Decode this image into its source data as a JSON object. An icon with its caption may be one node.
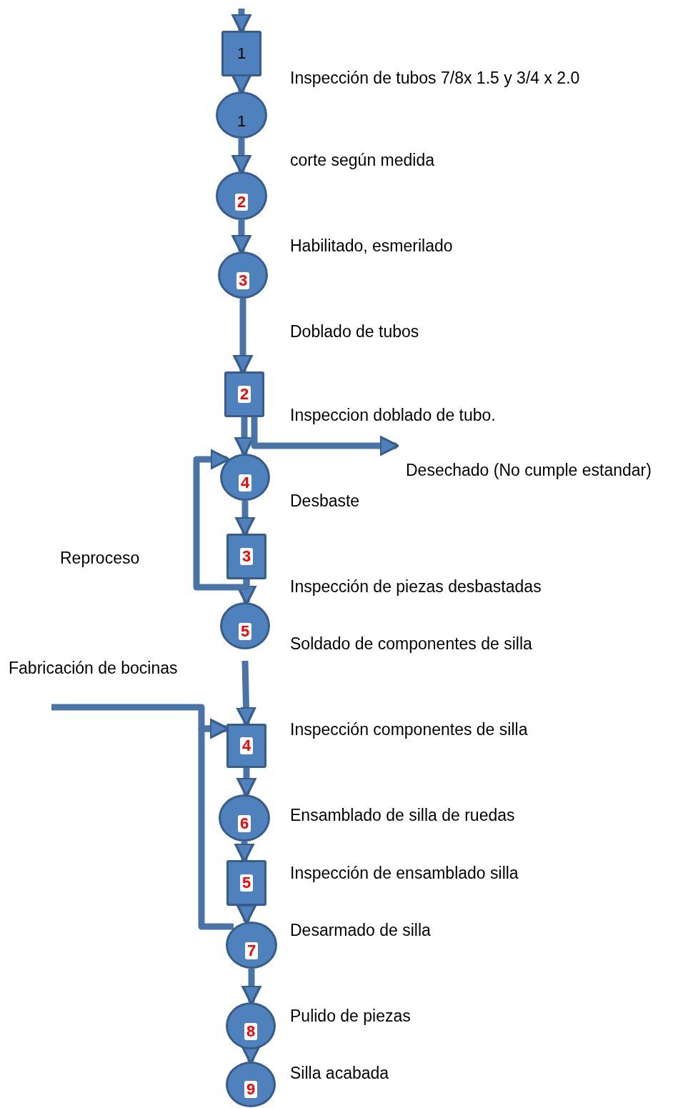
{
  "diagram": {
    "nodes": [
      {
        "text": [
          "1"
        ]
      },
      {
        "text": [
          "1"
        ]
      },
      {
        "text": [
          "2"
        ]
      },
      {
        "text": [
          "3"
        ]
      },
      {
        "text": [
          "2"
        ]
      },
      {
        "text": [
          "4"
        ]
      },
      {
        "text": [
          "3"
        ]
      },
      {
        "text": [
          "5"
        ]
      },
      {
        "text": [
          "4"
        ]
      },
      {
        "text": [
          "6"
        ]
      },
      {
        "text": [
          "5"
        ]
      },
      {
        "text": [
          "7"
        ]
      },
      {
        "text": [
          "8"
        ]
      },
      {
        "text": [
          "9"
        ]
      },
      {
        "text": [
          "Desechado (No cumple estandar)"
        ]
      },
      {
        "text": [
          "Fabricación de bocinas"
        ]
      }
    ],
    "edges": [
      {
        "from": null,
        "to": 0,
        "arrow": "to"
      },
      {
        "from": 0,
        "to": 1,
        "arrow": "to"
      },
      {
        "from": 1,
        "to": 2,
        "arrow": "to"
      },
      {
        "from": 2,
        "to": 3,
        "arrow": "to"
      },
      {
        "from": 3,
        "to": 4,
        "arrow": "to"
      },
      {
        "from": 4,
        "to": 5,
        "arrow": "to"
      },
      {
        "from": 4,
        "to": 14,
        "arrow": "to"
      },
      {
        "from": 5,
        "to": 6,
        "arrow": "to"
      },
      {
        "from": 6,
        "to": 7,
        "arrow": "to"
      },
      {
        "from": 6,
        "to": 5,
        "arrow": "to"
      },
      {
        "from": 7,
        "to": 8,
        "arrow": "to"
      },
      {
        "from": 8,
        "to": 9,
        "arrow": "to"
      },
      {
        "from": 9,
        "to": 10,
        "arrow": "to"
      },
      {
        "from": 10,
        "to": 11,
        "arrow": "to"
      },
      {
        "from": 11,
        "to": 8,
        "arrow": "to"
      },
      {
        "from": 15,
        "to": 8,
        "arrow": "to"
      },
      {
        "from": 11,
        "to": 12,
        "arrow": "to"
      },
      {
        "from": 12,
        "to": 13,
        "arrow": "to"
      }
    ],
    "labels": [
      "Inspección de tubos 7/8x 1.5 y 3/4 x 2.0",
      "corte según medida",
      "Habilitado, esmerilado",
      "Doblado de tubos",
      "Inspeccion doblado de tubo.",
      "Desbaste",
      "Reproceso",
      "Inspección de piezas desbastadas",
      "Soldado de componentes de silla",
      "Inspección componentes de silla",
      "Ensamblado de silla de ruedas",
      "Inspección de ensamblado silla",
      "Desarmado de silla",
      "Pulido de piezas",
      "Silla acabada"
    ]
  }
}
